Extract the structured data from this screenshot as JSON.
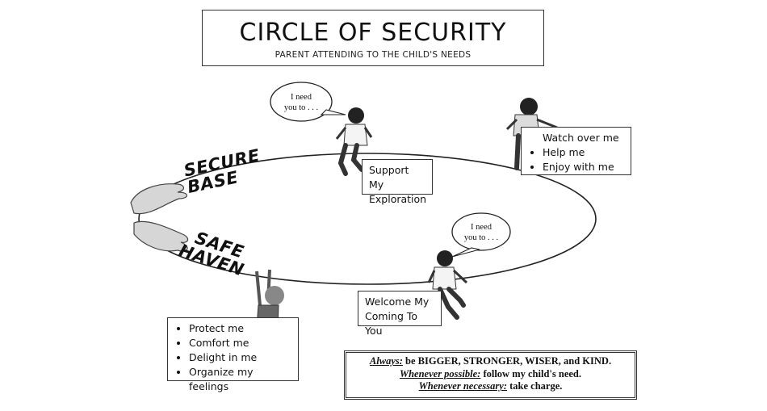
{
  "title": {
    "main": "CIRCLE OF SECURITY",
    "subtitle": "PARENT ATTENDING TO THE CHILD'S NEEDS"
  },
  "bubbles": {
    "top_line1": "I need",
    "top_line2": "you to . . .",
    "bottom_line1": "I need",
    "bottom_line2": "you to . . ."
  },
  "support_box": {
    "line1": "Support My",
    "line2": "Exploration"
  },
  "watch_box": {
    "items": [
      "Watch over me",
      "Help me",
      "Enjoy with me"
    ]
  },
  "secure_base": {
    "line1": "SECURE",
    "line2": "BASE"
  },
  "safe_haven": {
    "line1": "SAFE",
    "line2": "HAVEN"
  },
  "welcome_box": {
    "line1": "Welcome My",
    "line2": "Coming To You"
  },
  "protect_box": {
    "items": [
      "Protect me",
      "Comfort me",
      "Delight in me",
      "Organize my feelings"
    ]
  },
  "always_box": {
    "line1_lead": "Always:",
    "line1_rest": " be BIGGER, STRONGER, WISER, and KIND.",
    "line2_lead": "Whenever possible:",
    "line2_rest": " follow my child's need.",
    "line3_lead": "Whenever necessary:",
    "line3_rest": " take charge."
  },
  "icons": [
    "open-hands-icon",
    "child-figure-icon",
    "speech-bubble-icon"
  ]
}
